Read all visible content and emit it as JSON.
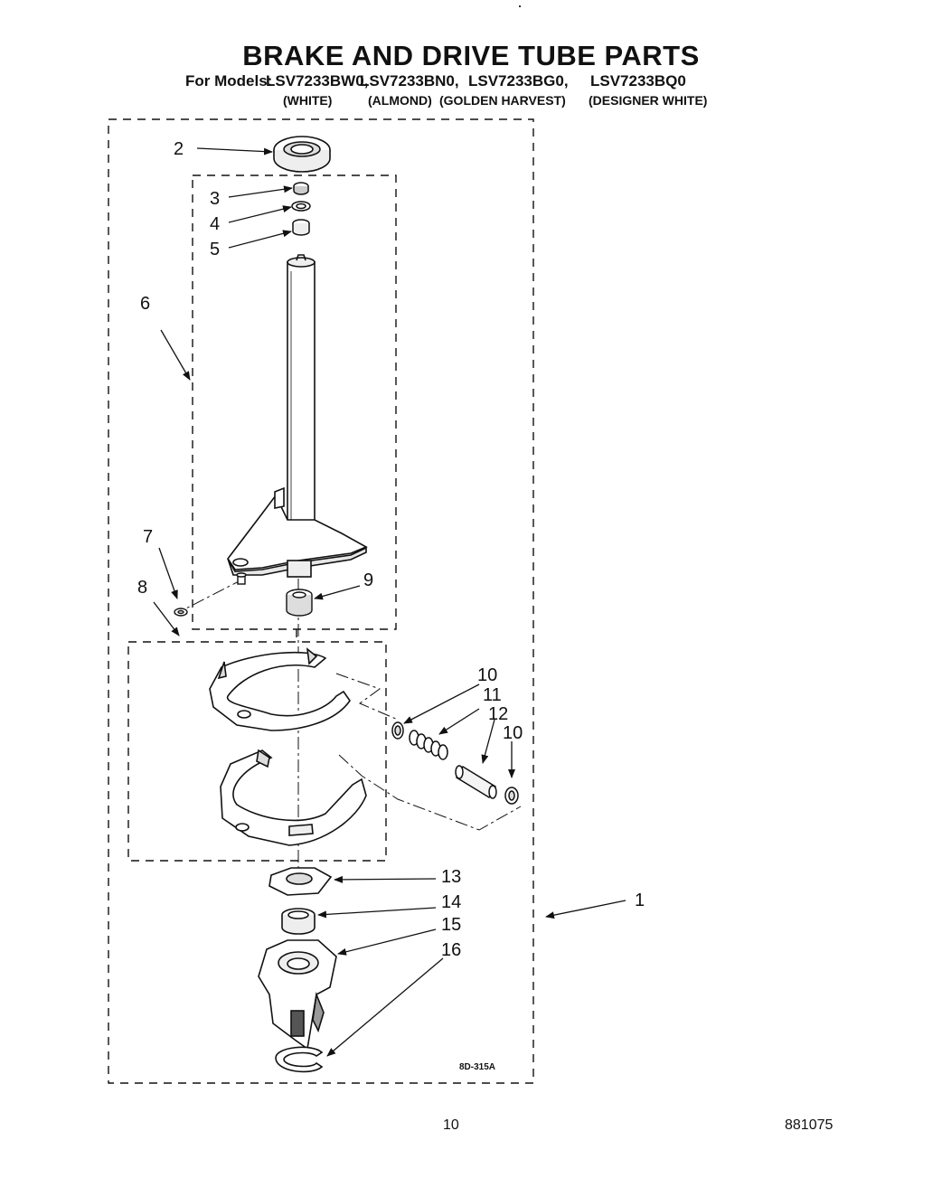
{
  "header": {
    "title": "BRAKE AND DRIVE TUBE PARTS",
    "models_label": "For Models:",
    "models": [
      "LSV7233BW0,",
      "LSV7233BN0,",
      "LSV7233BG0,",
      "LSV7233BQ0"
    ],
    "colors": [
      "(WHITE)",
      "(ALMOND)",
      "(GOLDEN HARVEST)",
      "(DESIGNER WHITE)"
    ]
  },
  "diagram": {
    "callouts": [
      "1",
      "2",
      "3",
      "4",
      "5",
      "6",
      "7",
      "8",
      "9",
      "10",
      "11",
      "12",
      "10",
      "13",
      "14",
      "15",
      "16"
    ],
    "ref_code": "8D-315A"
  },
  "footer": {
    "page_number": "10",
    "doc_number": "881075"
  }
}
